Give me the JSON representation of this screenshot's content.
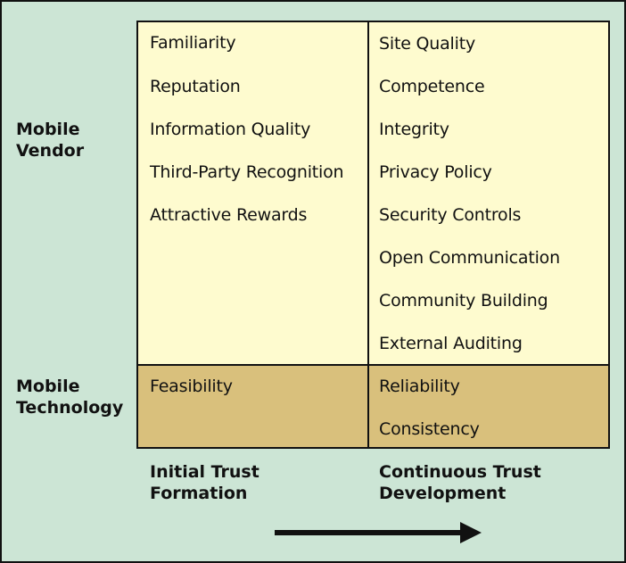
{
  "rows": [
    {
      "label_line1": "Mobile",
      "label_line2": "Vendor"
    },
    {
      "label_line1": "Mobile",
      "label_line2": "Technology"
    }
  ],
  "columns": [
    {
      "label_line1": "Initial Trust",
      "label_line2": "Formation"
    },
    {
      "label_line1": "Continuous Trust",
      "label_line2": "Development"
    }
  ],
  "cells": {
    "vendor_initial": [
      "Familiarity",
      "Reputation",
      "Information Quality",
      "Third-Party Recognition",
      "Attractive Rewards"
    ],
    "vendor_continuous": [
      "Site Quality",
      "Competence",
      "Integrity",
      "Privacy Policy",
      "Security Controls",
      "Open Communication",
      "Community Building",
      "External Auditing"
    ],
    "technology_initial": [
      "Feasibility"
    ],
    "technology_continuous": [
      "Reliability",
      "Consistency"
    ]
  },
  "colors": {
    "background": "#cce5d5",
    "vendor_row": "#fefbcf",
    "technology_row": "#d9c07c"
  }
}
